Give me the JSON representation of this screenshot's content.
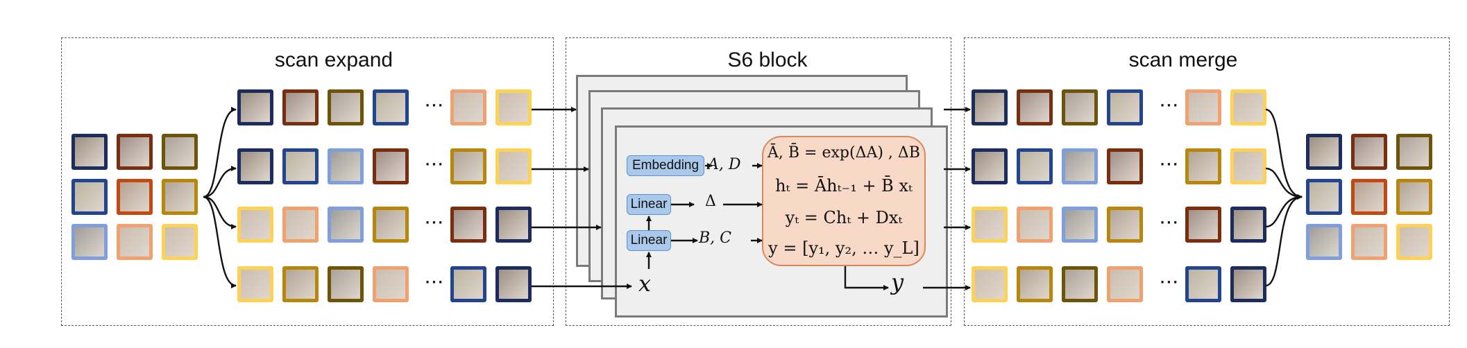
{
  "panels": {
    "scan_expand": {
      "title": "scan expand"
    },
    "s6_block": {
      "title": "S6 block"
    },
    "scan_merge": {
      "title": "scan merge"
    }
  },
  "tile_colors": {
    "navy": "#1c2c5c",
    "rust": "#7a2e10",
    "olive": "#6e5408",
    "blue": "#23448f",
    "orange_red": "#c24a12",
    "gold": "#b8860b",
    "light_blue": "#7f9fdc",
    "peach": "#f1a070",
    "yellow": "#fdd255"
  },
  "grid_3x3": [
    [
      "navy",
      "rust",
      "olive"
    ],
    [
      "blue",
      "orange_red",
      "gold"
    ],
    [
      "light_blue",
      "peach",
      "yellow"
    ]
  ],
  "sequences": [
    {
      "head": [
        "navy",
        "rust",
        "olive",
        "blue"
      ],
      "tail": [
        "peach",
        "yellow"
      ]
    },
    {
      "head": [
        "navy",
        "blue",
        "light_blue",
        "rust"
      ],
      "tail": [
        "gold",
        "yellow"
      ]
    },
    {
      "head": [
        "yellow",
        "peach",
        "light_blue",
        "gold"
      ],
      "tail": [
        "rust",
        "navy"
      ]
    },
    {
      "head": [
        "yellow",
        "gold",
        "olive",
        "peach"
      ],
      "tail": [
        "blue",
        "navy"
      ]
    }
  ],
  "ellipsis": "···",
  "s6": {
    "embedding_label": "Embedding",
    "linear_top_label": "Linear",
    "linear_bottom_label": "Linear",
    "ad_label": "A, D",
    "delta_label": "Δ",
    "bc_label": "B, C",
    "x_label": "x",
    "y_label": "y",
    "equations": [
      "Ā, B̄ = exp(ΔA) , ΔB",
      "hₜ = Āhₜ₋₁ + B̄ xₜ",
      "yₜ = Chₜ + Dxₜ",
      "y = [y₁, y₂, … y_L]"
    ]
  }
}
